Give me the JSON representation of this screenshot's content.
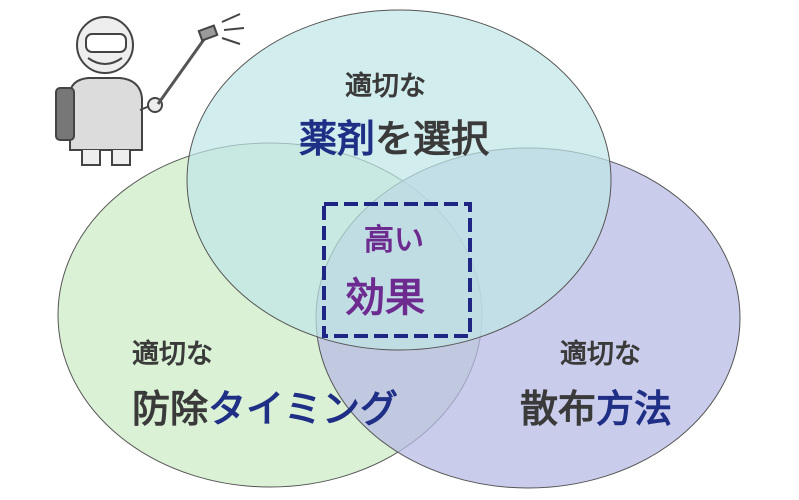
{
  "colors": {
    "top_circle": "#cdebeb",
    "left_circle": "#d6efd0",
    "right_circle": "#c4c6e8",
    "outline": "#555555",
    "dash_box": "#1f2585",
    "highlight_text": "#1f2f86",
    "center_text": "#6d2a8f",
    "plain_text": "#3a3a3a"
  },
  "top": {
    "line1": "適切な",
    "hl": "薬剤",
    "rest": "を選択"
  },
  "left": {
    "line1": "適切な",
    "plain": "防除",
    "hl": "タイミング"
  },
  "right": {
    "line1": "適切な",
    "plain": "散布",
    "hl": "方法"
  },
  "center": {
    "line1": "高い",
    "line2": "効果"
  },
  "icons": {
    "sprayer": "person-spraying-pesticide-icon"
  }
}
